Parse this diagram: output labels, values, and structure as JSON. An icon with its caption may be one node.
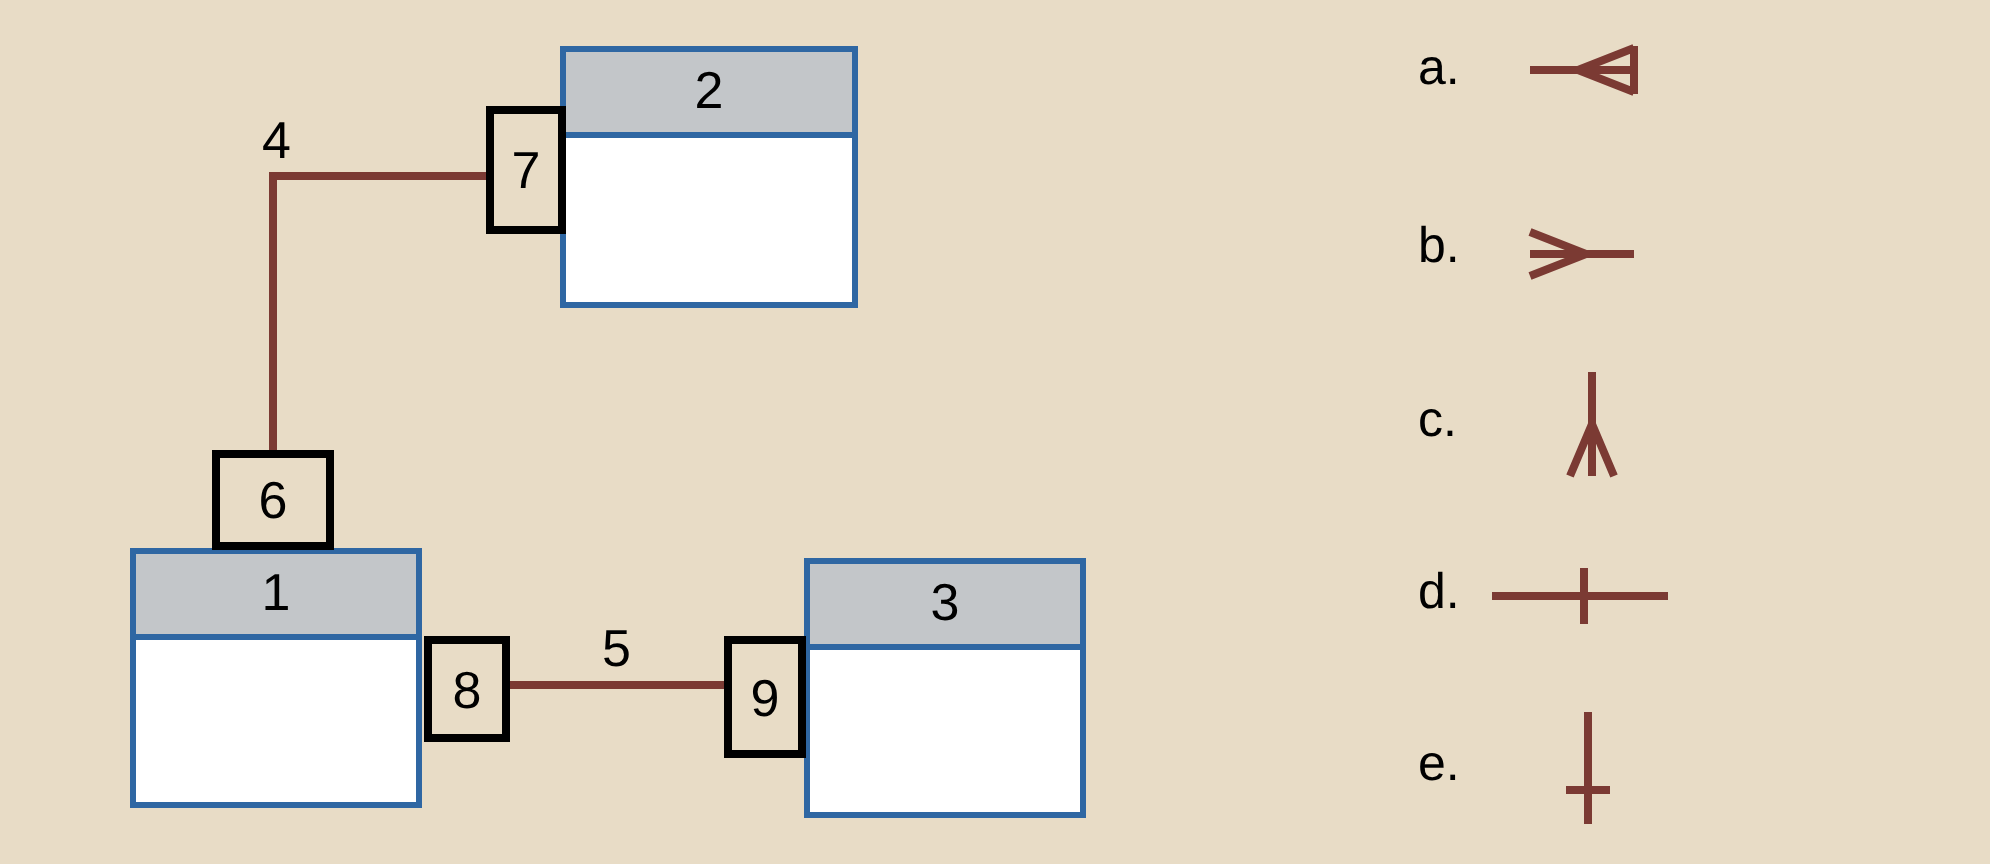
{
  "diagram": {
    "nodes": [
      {
        "text": [
          "1"
        ]
      },
      {
        "text": [
          "2"
        ]
      },
      {
        "text": [
          "3"
        ]
      },
      {
        "text": [
          "6"
        ]
      },
      {
        "text": [
          "7"
        ]
      },
      {
        "text": [
          "8"
        ]
      },
      {
        "text": [
          "9"
        ]
      }
    ],
    "edges": [
      {
        "from": 3,
        "to": 4,
        "arrow": "none",
        "label": "4"
      },
      {
        "from": 5,
        "to": 6,
        "arrow": "none",
        "label": "5"
      }
    ],
    "legend": [
      {
        "text": "a."
      },
      {
        "text": "b."
      },
      {
        "text": "c."
      },
      {
        "text": "d."
      },
      {
        "text": "e."
      }
    ]
  }
}
